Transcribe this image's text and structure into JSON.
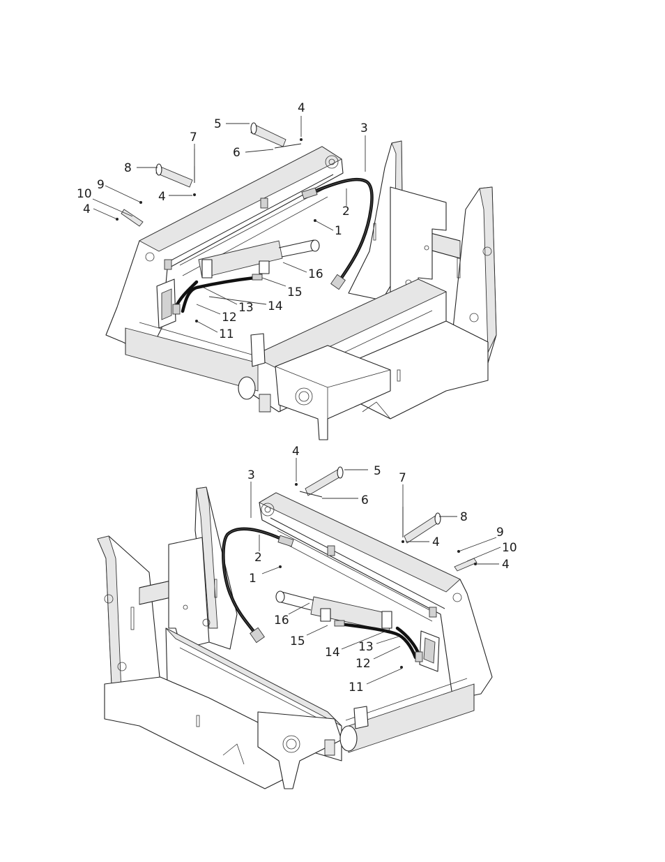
{
  "diagram": {
    "type": "exploded-parts-view",
    "views": [
      {
        "id": "view-upper",
        "callouts": [
          "1",
          "2",
          "3",
          "4",
          "4",
          "4",
          "5",
          "6",
          "7",
          "8",
          "9",
          "10",
          "11",
          "12",
          "13",
          "14",
          "15",
          "16"
        ]
      },
      {
        "id": "view-lower",
        "callouts": [
          "1",
          "2",
          "3",
          "4",
          "4",
          "4",
          "5",
          "6",
          "7",
          "8",
          "9",
          "10",
          "11",
          "12",
          "13",
          "14",
          "15",
          "16"
        ]
      }
    ]
  },
  "labels": {
    "upper": {
      "c1": "1",
      "c2": "2",
      "c3": "3",
      "c4a": "4",
      "c4b": "4",
      "c4c": "4",
      "c5": "5",
      "c6": "6",
      "c7": "7",
      "c8": "8",
      "c9": "9",
      "c10": "10",
      "c11": "11",
      "c12": "12",
      "c13": "13",
      "c14": "14",
      "c15": "15",
      "c16": "16"
    },
    "lower": {
      "c1": "1",
      "c2": "2",
      "c3": "3",
      "c4a": "4",
      "c4b": "4",
      "c4c": "4",
      "c5": "5",
      "c6": "6",
      "c7": "7",
      "c8": "8",
      "c9": "9",
      "c10": "10",
      "c11": "11",
      "c12": "12",
      "c13": "13",
      "c14": "14",
      "c15": "15",
      "c16": "16"
    }
  },
  "colors": {
    "line": "#222222",
    "hose": "#111111",
    "shade": "#e6e6e6",
    "background": "#ffffff"
  }
}
